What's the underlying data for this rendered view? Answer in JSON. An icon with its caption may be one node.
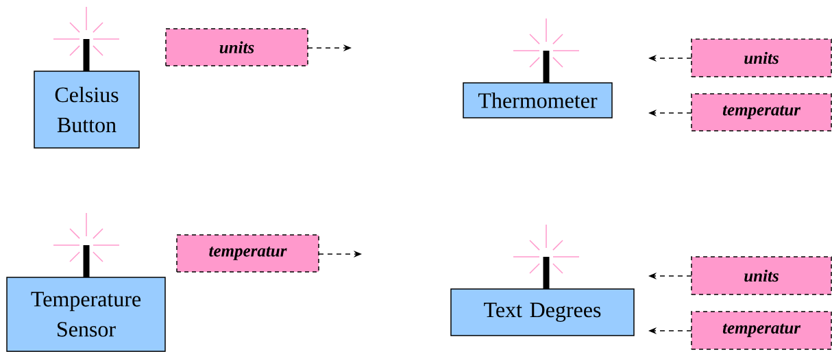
{
  "diagram": {
    "nodes": [
      {
        "text": [
          "Celsius Button"
        ]
      },
      {
        "text": [
          "units"
        ]
      },
      {
        "text": [
          "Thermometer"
        ]
      },
      {
        "text": [
          "units"
        ]
      },
      {
        "text": [
          "temperatur"
        ]
      },
      {
        "text": [
          "Temperature Sensor"
        ]
      },
      {
        "text": [
          "temperatur"
        ]
      },
      {
        "text": [
          "Text Degrees"
        ]
      },
      {
        "text": [
          "units"
        ]
      },
      {
        "text": [
          "temperatur"
        ]
      }
    ],
    "edges": [
      {
        "from": 1,
        "to": null,
        "arrow": "to",
        "style": "dashed"
      },
      {
        "from": 3,
        "to": null,
        "arrow": "to",
        "style": "dashed"
      },
      {
        "from": 4,
        "to": null,
        "arrow": "to",
        "style": "dashed"
      },
      {
        "from": 6,
        "to": null,
        "arrow": "to",
        "style": "dashed"
      },
      {
        "from": 8,
        "to": null,
        "arrow": "to",
        "style": "dashed"
      },
      {
        "from": 9,
        "to": null,
        "arrow": "to",
        "style": "dashed"
      }
    ]
  }
}
